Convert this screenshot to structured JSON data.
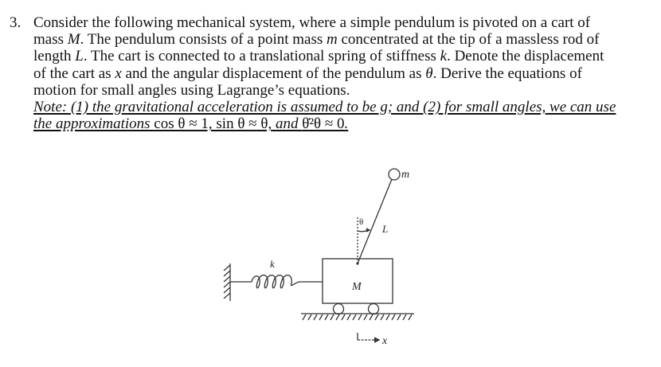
{
  "problem": {
    "number": "3.",
    "lines": [
      [
        "Consider the following mechanical system, where a simple pendulum is pivoted on a cart of"
      ],
      [
        "mass ",
        "M",
        ". The pendulum consists of a point mass ",
        "m",
        " concentrated at the tip of a massless rod of"
      ],
      [
        "length ",
        "L",
        ". The cart is connected to a translational spring of stiffness ",
        "k",
        ". Denote the displacement"
      ],
      [
        "of the cart as ",
        "x",
        " and the angular displacement of the pendulum as ",
        "θ",
        ". Derive the equations of"
      ],
      [
        "motion for small angles using Lagrange’s equations."
      ]
    ],
    "note_line1": "Note: (1) the gravitational acceleration is assumed to be g; and (2) for small angles, we can use",
    "note_line2_prefix": "the approximations ",
    "note_line2_math": "cos θ ≈ 1, sin θ ≈ θ,",
    "note_line2_and": " and ",
    "note_line2_math2": "θ̇²θ ≈ 0",
    "note_line2_suffix": "."
  },
  "diagram": {
    "labels": {
      "bob_mass": "m",
      "rod_length": "L",
      "angle": "θ",
      "spring": "k",
      "cart_mass": "M",
      "displacement": "x"
    },
    "line_color": "#333333"
  }
}
